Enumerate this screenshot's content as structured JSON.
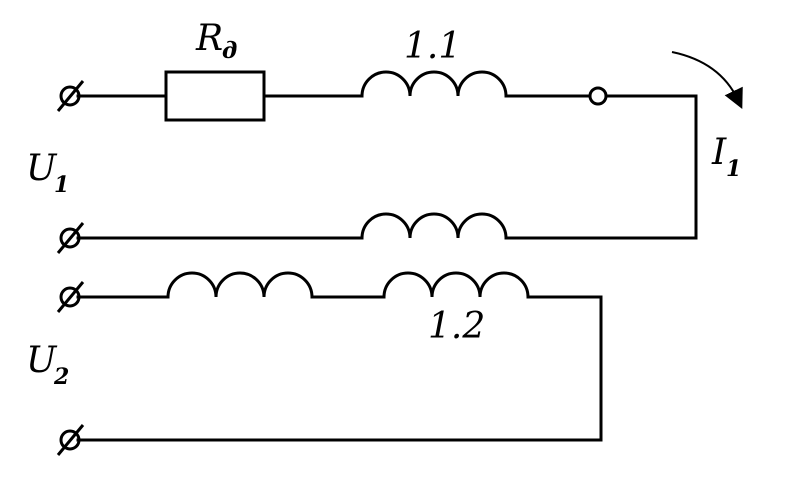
{
  "labels": {
    "resistor_main": "R",
    "resistor_sub": "д",
    "coil_1_1": "1.1",
    "coil_1_2": "1.2",
    "voltage_1_main": "U",
    "voltage_1_sub": "1",
    "voltage_2_main": "U",
    "voltage_2_sub": "2",
    "current_main": "I",
    "current_sub": "1"
  }
}
